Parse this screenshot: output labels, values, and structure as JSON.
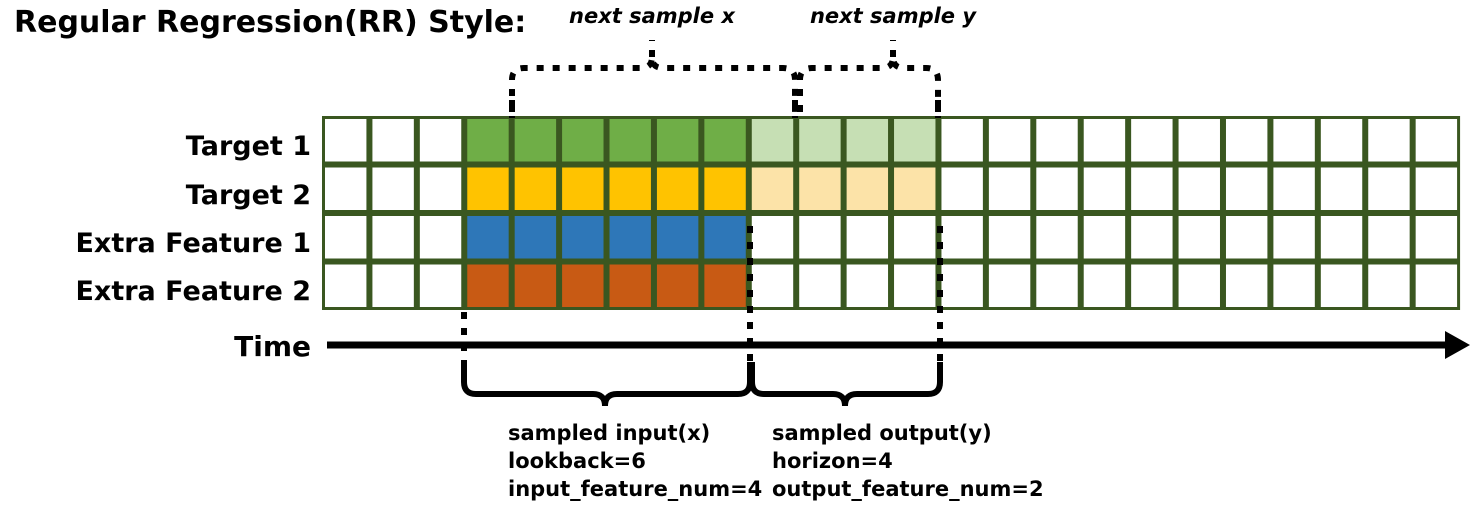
{
  "title": "Regular Regression(RR) Style:",
  "colors": {
    "grid_border": "#3A5720",
    "target1_active": "#6FAE47",
    "target1_faded": "#C6DFB4",
    "target2_active": "#FFC300",
    "target2_faded": "#FCE3A8",
    "extra1_active": "#2E77B8",
    "extra2_active": "#C85A14",
    "empty": "#FFFFFF",
    "ink": "#000000"
  },
  "grid": {
    "columns": 24,
    "rows": [
      {
        "label": "Target 1",
        "name": "target-1",
        "cells": [
          "empty",
          "empty",
          "empty",
          "active",
          "active",
          "active",
          "active",
          "active",
          "active",
          "faded",
          "faded",
          "faded",
          "faded",
          "empty",
          "empty",
          "empty",
          "empty",
          "empty",
          "empty",
          "empty",
          "empty",
          "empty",
          "empty",
          "empty"
        ]
      },
      {
        "label": "Target 2",
        "name": "target-2",
        "cells": [
          "empty",
          "empty",
          "empty",
          "active",
          "active",
          "active",
          "active",
          "active",
          "active",
          "faded",
          "faded",
          "faded",
          "faded",
          "empty",
          "empty",
          "empty",
          "empty",
          "empty",
          "empty",
          "empty",
          "empty",
          "empty",
          "empty",
          "empty"
        ]
      },
      {
        "label": "Extra Feature 1",
        "name": "extra-feature-1",
        "cells": [
          "empty",
          "empty",
          "empty",
          "active",
          "active",
          "active",
          "active",
          "active",
          "active",
          "empty",
          "empty",
          "empty",
          "empty",
          "empty",
          "empty",
          "empty",
          "empty",
          "empty",
          "empty",
          "empty",
          "empty",
          "empty",
          "empty",
          "empty"
        ]
      },
      {
        "label": "Extra Feature 2",
        "name": "extra-feature-2",
        "cells": [
          "empty",
          "empty",
          "empty",
          "active",
          "active",
          "active",
          "active",
          "active",
          "active",
          "empty",
          "empty",
          "empty",
          "empty",
          "empty",
          "empty",
          "empty",
          "empty",
          "empty",
          "empty",
          "empty",
          "empty",
          "empty",
          "empty",
          "empty"
        ]
      }
    ]
  },
  "time_axis": {
    "label": "Time"
  },
  "top_braces": [
    {
      "label": "next sample x",
      "name": "next-sample-x"
    },
    {
      "label": "next sample y",
      "name": "next-sample-y"
    }
  ],
  "bottom_braces": [
    {
      "name": "sampled-input",
      "lines": [
        "sampled input(x)",
        "lookback=6",
        "input_feature_num=4"
      ]
    },
    {
      "name": "sampled-output",
      "lines": [
        "sampled output(y)",
        "horizon=4",
        "output_feature_num=2"
      ]
    }
  ]
}
